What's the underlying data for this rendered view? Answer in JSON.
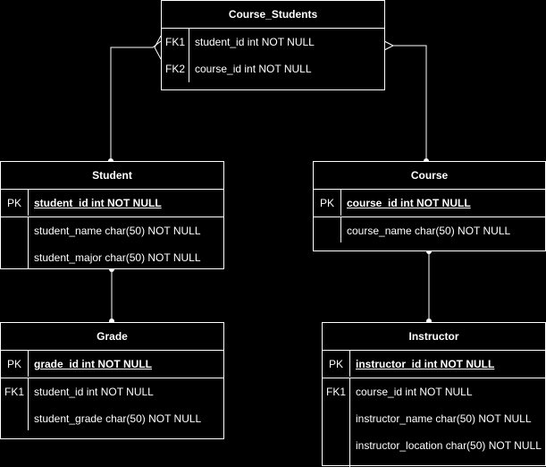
{
  "course_students": {
    "title": "Course_Students",
    "rows": [
      {
        "key": "FK1",
        "field": "student_id int NOT NULL"
      },
      {
        "key": "FK2",
        "field": "course_id int NOT NULL"
      }
    ]
  },
  "student": {
    "title": "Student",
    "pk": {
      "key": "PK",
      "field": "student_id int NOT NULL"
    },
    "rows": [
      {
        "key": "",
        "field": "student_name char(50) NOT NULL"
      },
      {
        "key": "",
        "field": "student_major char(50) NOT NULL"
      }
    ]
  },
  "course": {
    "title": "Course",
    "pk": {
      "key": "PK",
      "field": "course_id int NOT NULL"
    },
    "rows": [
      {
        "key": "",
        "field": "course_name char(50) NOT NULL"
      }
    ]
  },
  "grade": {
    "title": "Grade",
    "pk": {
      "key": "PK",
      "field": "grade_id int NOT NULL"
    },
    "rows": [
      {
        "key": "FK1",
        "field": "student_id int NOT NULL"
      },
      {
        "key": "",
        "field": "student_grade char(50) NOT NULL"
      }
    ]
  },
  "instructor": {
    "title": "Instructor",
    "pk": {
      "key": "PK",
      "field": "instructor_id int NOT NULL"
    },
    "rows": [
      {
        "key": "FK1",
        "field": "course_id int NOT NULL"
      },
      {
        "key": "",
        "field": "instructor_name char(50) NOT NULL"
      },
      {
        "key": "",
        "field": "instructor_location char(50) NOT NULL"
      }
    ]
  },
  "colors": {
    "background": "#000000",
    "line": "#ffffff",
    "text": "#ffffff"
  }
}
